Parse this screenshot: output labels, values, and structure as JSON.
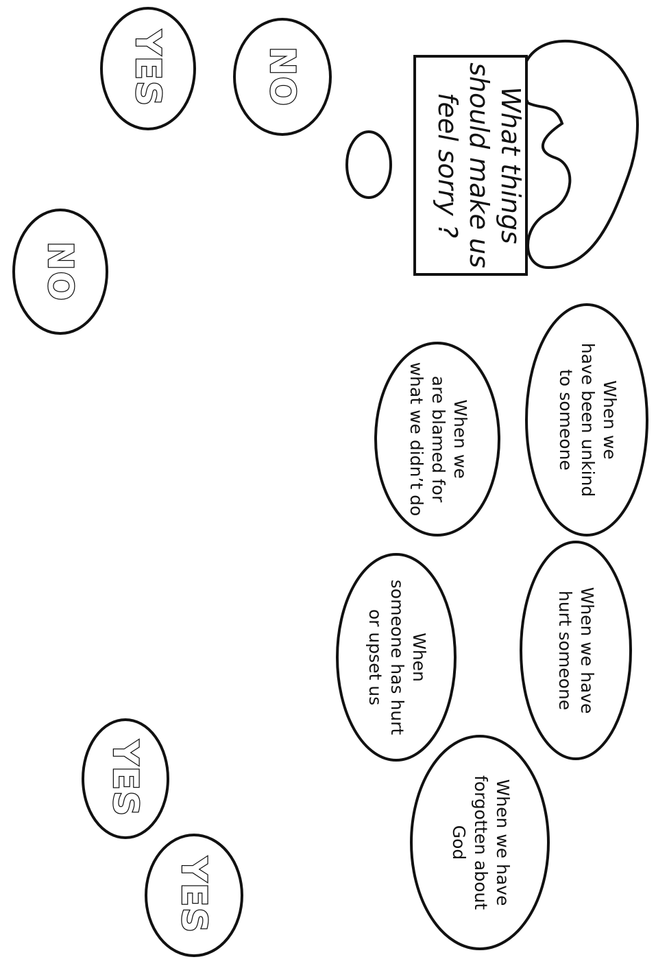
{
  "title": {
    "lines": [
      "What things",
      "should make us",
      "feel sorry ?"
    ]
  },
  "statements": [
    {
      "id": "unkind",
      "lines": [
        "When we",
        "have been unkind",
        "to someone"
      ]
    },
    {
      "id": "blamed",
      "lines": [
        "When we",
        "are blamed for",
        "what we didn’t do"
      ]
    },
    {
      "id": "hurt",
      "lines": [
        "When we have",
        "hurt someone"
      ]
    },
    {
      "id": "upset",
      "lines": [
        "When",
        "someone has hurt",
        "or upset us"
      ]
    },
    {
      "id": "forgotten",
      "lines": [
        "When we have",
        "forgotten about",
        "God"
      ]
    }
  ],
  "answers": [
    {
      "id": "answer-yes-top",
      "label": "YES"
    },
    {
      "id": "answer-no-top",
      "label": "NO"
    },
    {
      "id": "answer-no-left",
      "label": "NO"
    },
    {
      "id": "answer-yes-lower",
      "label": "YES"
    },
    {
      "id": "answer-yes-bottom",
      "label": "YES"
    }
  ]
}
